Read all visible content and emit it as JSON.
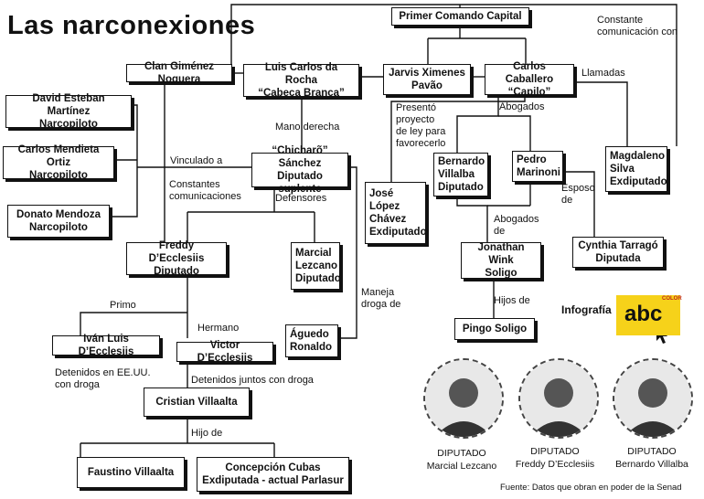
{
  "title": "Las narconexiones",
  "nodes": {
    "pcc": "Primer Comando Capital",
    "gimenez": "Clan Giménez Noguera",
    "dasilva": "Luis Carlos da Rocha\n“Cabeça Branca”",
    "jarvis": "Jarvis Ximenes\nPavão",
    "caballero": "Carlos Caballero\n“Capilo”",
    "david": "David Esteban Martínez\nNarcopiloto",
    "carlos_m": "Carlos Mendieta Ortiz\nNarcopiloto",
    "donato": "Donato Mendoza\nNarcopiloto",
    "chicharo": "“Chicharõ” Sánchez\nDiputado suplente",
    "jose": "José\nLópez\nChávez\nExdiputado",
    "bernardo": "Bernardo\nVillalba\nDiputado",
    "pedro": "Pedro\nMarinoni",
    "magdaleno": "Magdaleno\nSilva\nExdiputado",
    "freddy": "Freddy D’Ecclesiis\nDiputado",
    "marcial": "Marcial\nLezcano\nDiputado",
    "jonathan": "Jonathan Wink\nSoligo",
    "cynthia": "Cynthia Tarragó\nDiputada",
    "ivan": "Iván Luis D’Ecclesiis",
    "victor": "Victor D’Ecclesiis",
    "aguedo": "Águedo\nRonaldo",
    "pingo": "Pingo Soligo",
    "cristian": "Cristian Villaalta",
    "faustino": "Faustino Villaalta",
    "concepcion": "Concepción Cubas\nExdiputada - actual Parlasur"
  },
  "labels": {
    "constante": "Constante\ncomunicación con",
    "llamadas": "Llamadas",
    "mano": "Mano derecha",
    "presento": "Presentó\nproyecto\nde ley para\nfavorecerlo",
    "abogados1": "Abogados",
    "vinculado": "Vinculado a",
    "constantes": "Constantes\ncomunicaciones",
    "defensores": "Defensores",
    "abogados2": "Abogados\nde",
    "esposo": "Esposo\nde",
    "maneja": "Maneja\ndroga de",
    "hijos": "Hijos de",
    "primo": "Primo",
    "hermano": "Hermano",
    "detenidos_eeuu": "Detenidos en EE.UU.\ncon droga",
    "detenidos_juntos": "Detenidos juntos con droga",
    "hijo": "Hijo de"
  },
  "portraits": [
    {
      "role": "DIPUTADO",
      "name": "Marcial Lezcano"
    },
    {
      "role": "DIPUTADO",
      "name": "Freddy D’Ecclesiis"
    },
    {
      "role": "DIPUTADO",
      "name": "Bernardo Villalba"
    }
  ],
  "infografia": "Infografía",
  "logo": {
    "word": "abc",
    "sub": "COLOR"
  },
  "fuente": "Fuente: Datos que obran en poder de la Senad"
}
